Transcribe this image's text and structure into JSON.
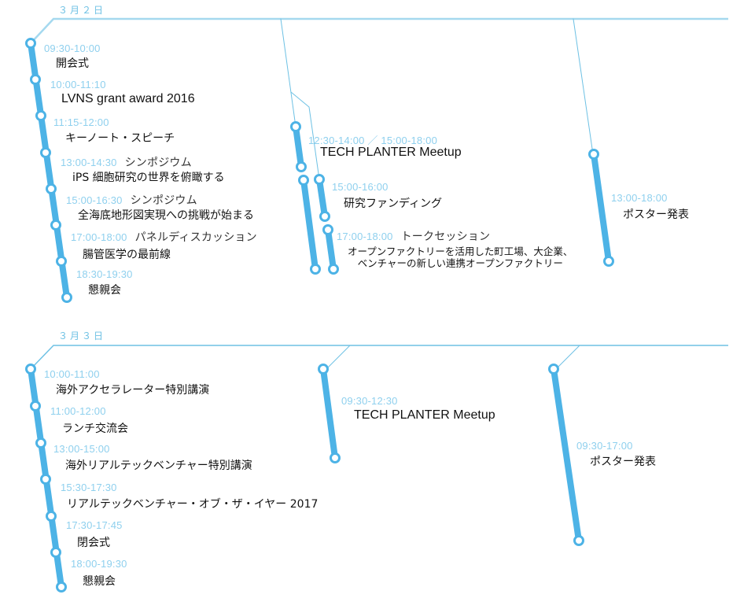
{
  "colors": {
    "track": "#4db3e6",
    "connector": "#6ec1e4",
    "time": "#8fd0ee",
    "text": "#111111"
  },
  "days": [
    {
      "date": "３月２日",
      "tracks": [
        {
          "name": "main",
          "events": [
            {
              "time": "09:30-10:00",
              "kind": "",
              "title": "開会式"
            },
            {
              "time": "10:00-11:10",
              "kind": "",
              "title": "LVNS grant award 2016"
            },
            {
              "time": "11:15-12:00",
              "kind": "",
              "title": "キーノート・スピーチ"
            },
            {
              "time": "13:00-14:30",
              "kind": "シンポジウム",
              "title": "iPS 細胞研究の世界を俯瞰する"
            },
            {
              "time": "15:00-16:30",
              "kind": "シンポジウム",
              "title": "全海底地形図実現への挑戦が始まる"
            },
            {
              "time": "17:00-18:00",
              "kind": "パネルディスカッション",
              "title": "腸管医学の最前線"
            },
            {
              "time": "18:30-19:30",
              "kind": "",
              "title": "懇親会"
            }
          ]
        },
        {
          "name": "tech-planter",
          "events": [
            {
              "time": "12:30-14:00 ／ 15:00-18:00",
              "kind": "",
              "title": "TECH PLANTER Meetup"
            }
          ]
        },
        {
          "name": "sub",
          "events": [
            {
              "time": "15:00-16:00",
              "kind": "",
              "title": "研究ファンディング"
            },
            {
              "time": "17:00-18:00",
              "kind": "トークセッション",
              "title": "オープンファクトリーを活用した町工場、大企業、\nベンチャーの新しい連携オープンファクトリー"
            }
          ]
        },
        {
          "name": "poster",
          "events": [
            {
              "time": "13:00-18:00",
              "kind": "",
              "title": "ポスター発表"
            }
          ]
        }
      ]
    },
    {
      "date": "３月３日",
      "tracks": [
        {
          "name": "main",
          "events": [
            {
              "time": "10:00-11:00",
              "kind": "",
              "title": "海外アクセラレーター特別講演"
            },
            {
              "time": "11:00-12:00",
              "kind": "",
              "title": "ランチ交流会"
            },
            {
              "time": "13:00-15:00",
              "kind": "",
              "title": "海外リアルテックベンチャー特別講演"
            },
            {
              "time": "15:30-17:30",
              "kind": "",
              "title": "リアルテックベンチャー・オブ・ザ・イヤー 2017"
            },
            {
              "time": "17:30-17:45",
              "kind": "",
              "title": "閉会式"
            },
            {
              "time": "18:00-19:30",
              "kind": "",
              "title": "懇親会"
            }
          ]
        },
        {
          "name": "tech-planter",
          "events": [
            {
              "time": "09:30-12:30",
              "kind": "",
              "title": "TECH PLANTER Meetup"
            }
          ]
        },
        {
          "name": "poster",
          "events": [
            {
              "time": "09:30-17:00",
              "kind": "",
              "title": "ポスター発表"
            }
          ]
        }
      ]
    }
  ]
}
